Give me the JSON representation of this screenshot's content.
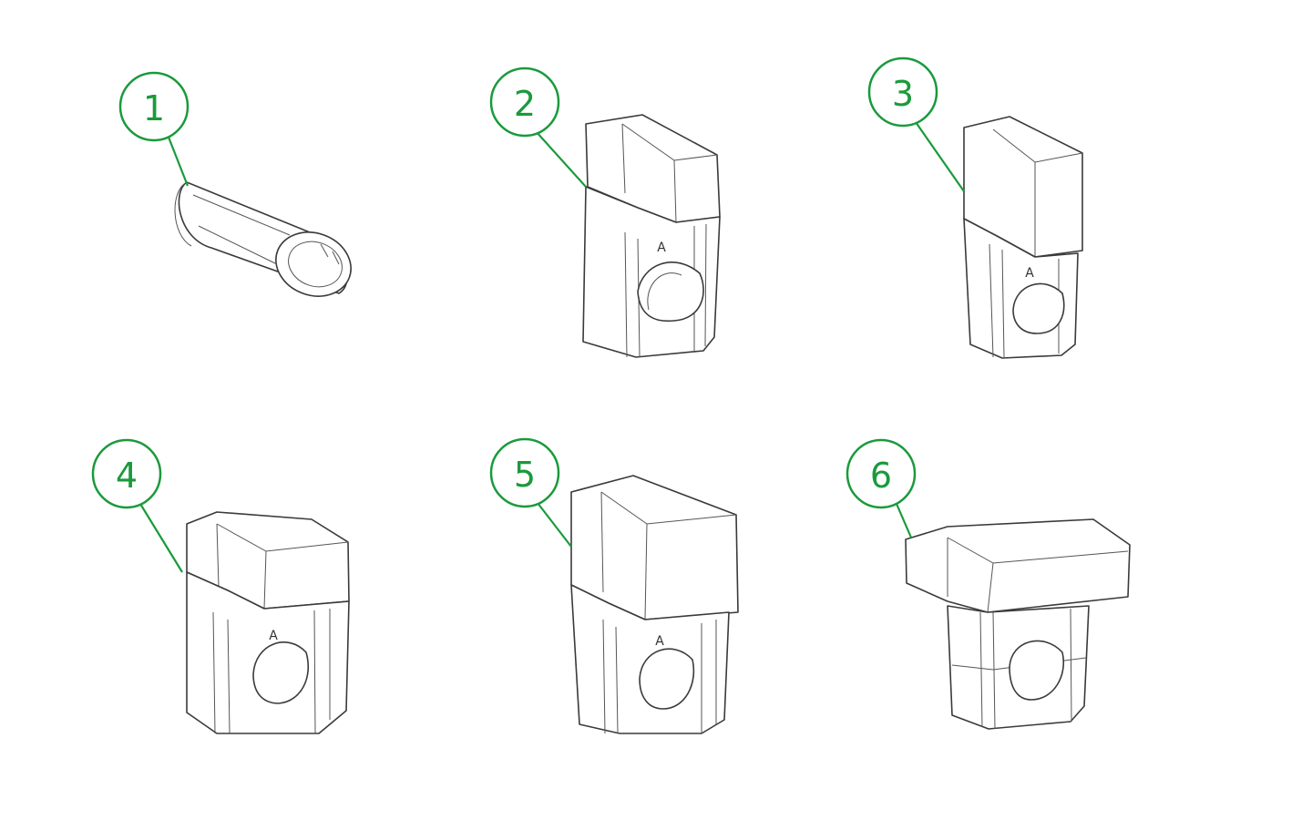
{
  "accent_color": "#1a9a3c",
  "line_color": "#3a3a3a",
  "callouts": [
    {
      "label": "1"
    },
    {
      "label": "2"
    },
    {
      "label": "3"
    },
    {
      "label": "4"
    },
    {
      "label": "5"
    },
    {
      "label": "6"
    }
  ],
  "parts": [
    {
      "callout": "1",
      "kind": "slotted-spring-pin"
    },
    {
      "callout": "2",
      "kind": "cap-with-cam-lock",
      "marking": "A"
    },
    {
      "callout": "3",
      "kind": "cap-with-cam-lock",
      "marking": "A"
    },
    {
      "callout": "4",
      "kind": "cap-with-cam-lock",
      "marking": "A"
    },
    {
      "callout": "5",
      "kind": "cap-with-cam-lock",
      "marking": "A"
    },
    {
      "callout": "6",
      "kind": "wide-cap-with-cam-lock"
    }
  ]
}
